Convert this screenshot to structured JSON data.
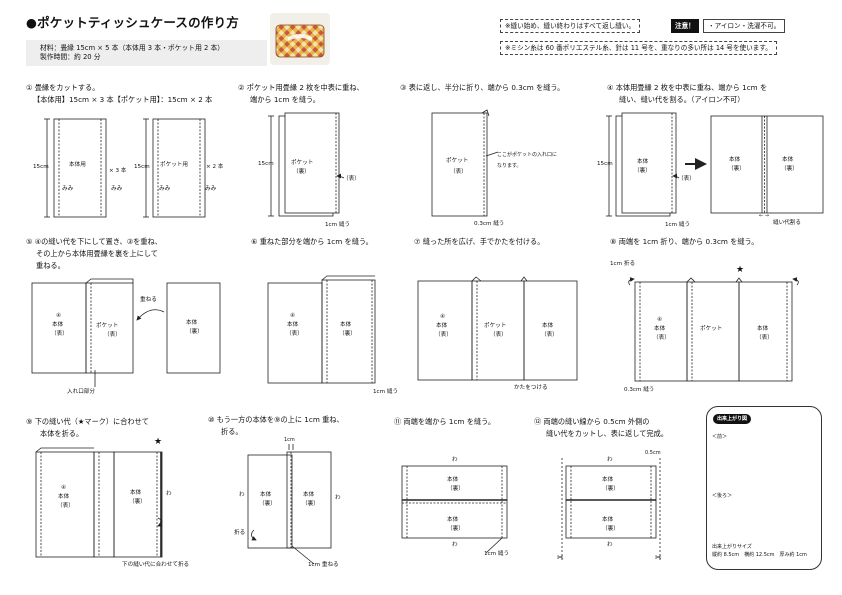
{
  "header": {
    "title": "●ポケットティッシュケースの作り方",
    "materials": "材料：畳縁 15cm × 5 本（本体用 3 本・ポケット用 2 本）",
    "time": "製作時間：約 20 分",
    "notice1": "※縫い始め、縫い終わりはすべて返し縫い。",
    "caution_label": "注意！",
    "caution_text": "・アイロン・洗濯不可。",
    "notice2": "※ミシン糸は 60 番ポリエステル糸、針は 11 号を、重なりの多い所は 14 号を使います。"
  },
  "steps": {
    "s1": {
      "title": "① 畳縁をカットする。",
      "sub": "【本体用】15cm × 3 本【ポケット用】：15cm × 2 本",
      "len": "15cm",
      "body": "本体用",
      "pocket": "ポケット用",
      "mimi": "みみ",
      "x3": "× 3 本",
      "x2": "× 2 本"
    },
    "s2": {
      "title": "② ポケット用畳縁 2 枚を中表に重ね、",
      "title2": "端から 1cm を縫う。",
      "len": "15cm",
      "pocket": "ポケット",
      "ura": "（裏）",
      "omote": "（表）",
      "seam": "1cm 縫う"
    },
    "s3": {
      "title": "③ 表に返し、半分に折り、端から 0.3cm を縫う。",
      "pocket": "ポケット",
      "omote": "（表）",
      "note1": "ここがポケットの入れ口に",
      "note2": "なります。",
      "seam": "0.3cm 縫う"
    },
    "s4": {
      "title": "④ 本体用畳縁 2 枚を中表に重ね、端から 1cm を",
      "title2": "縫い、縫い代を割る。（アイロン不可）",
      "len": "15cm",
      "body": "本体",
      "ura": "（裏）",
      "omote": "（表）",
      "seam": "1cm 縫う",
      "split": "縫い代割る",
      "arrows": "← →"
    },
    "s5": {
      "title": "⑤ ④の縫い代を下にして置き、③を重ね、",
      "title2": "その上から本体用畳縁を裏を上にして",
      "title3": "重ねる。",
      "num": "④",
      "body": "本体",
      "omote": "（表）",
      "pocket": "ポケット",
      "ura": "（裏）",
      "overlap": "重ねる",
      "opening": "入れ口部分"
    },
    "s6": {
      "title": "⑥ 重ねた部分を端から 1cm を縫う。",
      "num": "④",
      "body": "本体",
      "omote": "（表）",
      "ura": "（裏）",
      "seam": "1cm 縫う"
    },
    "s7": {
      "title": "⑦ 縫った所を広げ、手でかたを付ける。",
      "num": "④",
      "body": "本体",
      "omote": "（表）",
      "pocket": "ポケット",
      "crease": "かたをつける"
    },
    "s8": {
      "title": "⑧ 両端を 1cm 折り、端から 0.3cm を縫う。",
      "fold": "1cm 折る",
      "star": "★",
      "num": "④",
      "body": "本体",
      "omote": "（表）",
      "pocket": "ポケット",
      "seam": "0.3cm 縫う"
    },
    "s9": {
      "title": "⑨ 下の縫い代（★マーク）に合わせて",
      "title2": "本体を折る。",
      "star": "★",
      "num": "④",
      "body": "本体",
      "omote": "（表）",
      "ura": "（裏）",
      "wa": "わ",
      "fold": "下の縫い代に合わせて折る"
    },
    "s10": {
      "title": "⑩ もう一方の本体を⑨の上に 1cm 重ね、",
      "title2": "折る。",
      "cm": "1cm",
      "wa": "わ",
      "body": "本体",
      "ura": "（裏）",
      "fold": "折る",
      "overlap": "1cm 重ねる"
    },
    "s11": {
      "title": "⑪ 両端を端から 1cm を縫う。",
      "wa": "わ",
      "body": "本体",
      "ura": "（裏）",
      "seam": "1cm 縫う"
    },
    "s12": {
      "title": "⑫ 両端の縫い線から 0.5cm 外側の",
      "title2": "縫い代をカットし、表に返して完成。",
      "wa": "わ",
      "body": "本体",
      "ura": "（裏）",
      "cm": "0.5cm"
    },
    "finished": {
      "badge": "出来上がり図",
      "front": "＜前＞",
      "back": "＜後ろ＞",
      "size_title": "出来上がりサイズ",
      "size": "縦約 8.5cm　横約 12.5cm　厚み約 1cm"
    }
  },
  "colors": {
    "pattern_a": "#c8573b",
    "pattern_b": "#e8b54a",
    "pattern_c": "#f3e3b8"
  }
}
